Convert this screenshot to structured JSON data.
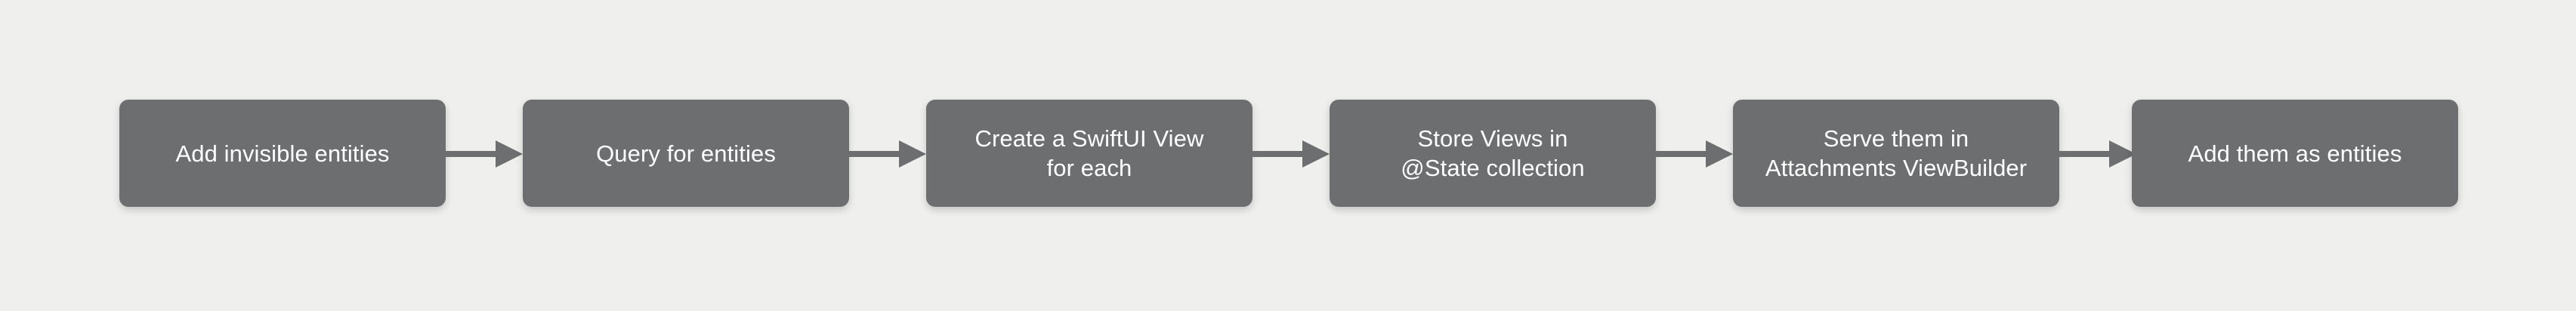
{
  "diagram": {
    "type": "flowchart",
    "direction": "left-to-right",
    "colors": {
      "background": "#efefee",
      "box_fill": "#6c6e70",
      "box_text": "#ffffff",
      "arrow": "#6c6e70"
    },
    "steps": [
      {
        "label": "Add invisible entities"
      },
      {
        "label": "Query for entities"
      },
      {
        "label": "Create a SwiftUI View\nfor each"
      },
      {
        "label": "Store Views in\n@State collection"
      },
      {
        "label": "Serve them in\nAttachments ViewBuilder"
      },
      {
        "label": "Add them as entities"
      }
    ],
    "connections": [
      {
        "from": 0,
        "to": 1
      },
      {
        "from": 1,
        "to": 2
      },
      {
        "from": 2,
        "to": 3
      },
      {
        "from": 3,
        "to": 4
      },
      {
        "from": 4,
        "to": 5
      }
    ]
  }
}
